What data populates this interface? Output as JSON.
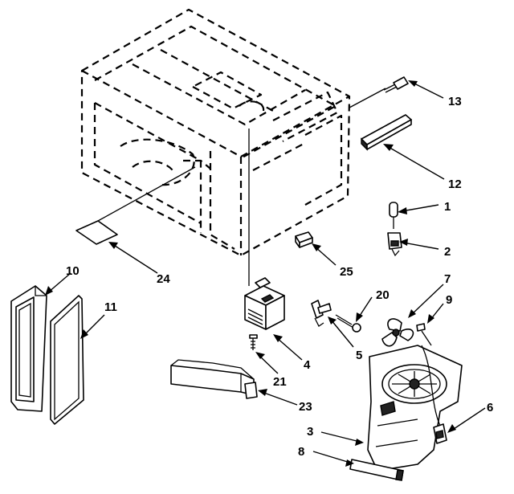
{
  "callouts": [
    {
      "id": "1",
      "label": "1"
    },
    {
      "id": "2",
      "label": "2"
    },
    {
      "id": "3",
      "label": "3"
    },
    {
      "id": "4",
      "label": "4"
    },
    {
      "id": "5",
      "label": "5"
    },
    {
      "id": "6",
      "label": "6"
    },
    {
      "id": "7",
      "label": "7"
    },
    {
      "id": "8",
      "label": "8"
    },
    {
      "id": "9",
      "label": "9"
    },
    {
      "id": "10",
      "label": "10"
    },
    {
      "id": "11",
      "label": "11"
    },
    {
      "id": "12",
      "label": "12"
    },
    {
      "id": "13",
      "label": "13"
    },
    {
      "id": "20",
      "label": "20"
    },
    {
      "id": "21",
      "label": "21"
    },
    {
      "id": "23",
      "label": "23"
    },
    {
      "id": "24",
      "label": "24"
    },
    {
      "id": "25",
      "label": "25"
    }
  ]
}
